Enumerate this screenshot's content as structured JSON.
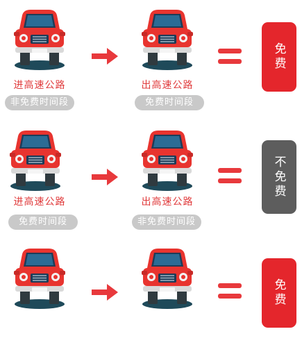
{
  "rows": [
    {
      "left_caption": "进高速公路",
      "left_pill": "非免费时间段",
      "right_caption": "出高速公路",
      "right_pill": "免费时间段",
      "result": "免费",
      "result_type": "free"
    },
    {
      "left_caption": "进高速公路",
      "left_pill": "免费时间段",
      "right_caption": "出高速公路",
      "right_pill": "非免费时间段",
      "result": "不免费",
      "result_type": "notfree"
    },
    {
      "left_caption": "",
      "left_pill": "",
      "right_caption": "",
      "right_pill": "",
      "result": "免费",
      "result_type": "free"
    }
  ],
  "colors": {
    "red": "#e4262c",
    "arrow": "#e8393c",
    "gray_box": "#5d5d5d",
    "pill": "#c9c9c9",
    "car_red": "#e8342f",
    "car_shadow": "#1f4a5a"
  },
  "icons": {
    "car": "car-front-icon",
    "arrow": "arrow-right-icon",
    "equals": "equals-icon"
  }
}
